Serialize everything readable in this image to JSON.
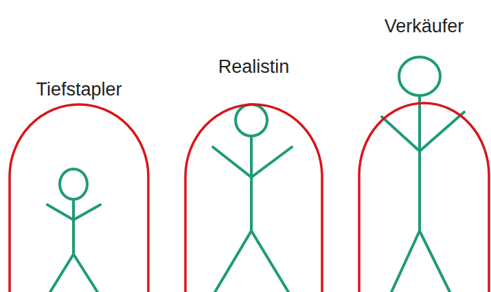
{
  "diagram": {
    "nodes": [
      {
        "text": [
          "Tiefstapler"
        ]
      },
      {
        "text": [
          "Realistin"
        ]
      },
      {
        "text": [
          "Verkäufer"
        ]
      }
    ]
  }
}
